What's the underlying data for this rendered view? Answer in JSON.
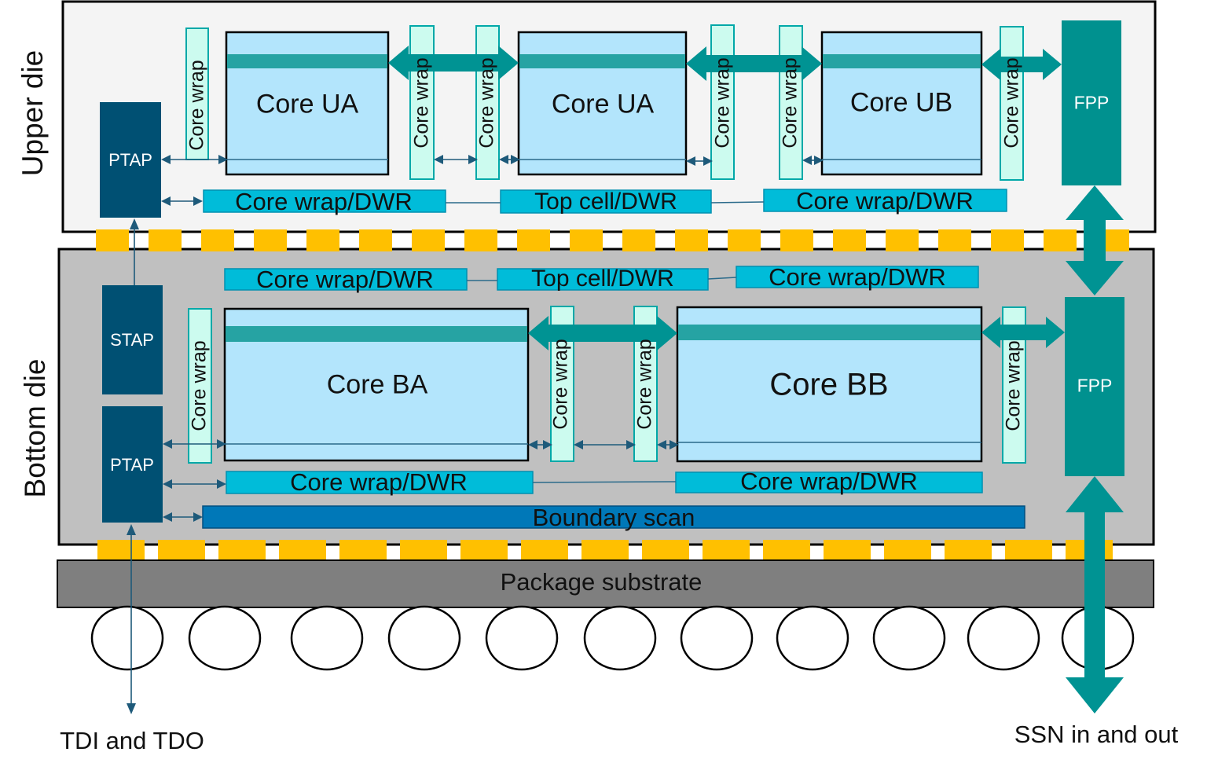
{
  "dies": {
    "upper": "Upper die",
    "bottom": "Bottom die"
  },
  "upper": {
    "cores": [
      "Core UA",
      "Core UA",
      "Core UB"
    ],
    "core_wrap": "Core wrap",
    "ptap": "PTAP",
    "fpp": "FPP",
    "dwr_left": "Core wrap/DWR",
    "dwr_top": "Top cell/DWR",
    "dwr_right": "Core wrap/DWR"
  },
  "bottom": {
    "cores": [
      "Core BA",
      "Core BB"
    ],
    "core_wrap": "Core wrap",
    "stap": "STAP",
    "ptap": "PTAP",
    "fpp": "FPP",
    "dwr_left_top": "Core wrap/DWR",
    "dwr_top": "Top cell/DWR",
    "dwr_right_top": "Core wrap/DWR",
    "dwr_left_bottom": "Core wrap/DWR",
    "dwr_right_bottom": "Core wrap/DWR",
    "boundary_scan": "Boundary scan"
  },
  "package": "Package substrate",
  "io": {
    "tdi_tdo": "TDI and TDO",
    "ssn": "SSN in and out"
  },
  "colors": {
    "core_fill": "#b3e5fc",
    "core_wrap_fill": "#ccfbef",
    "dwr_fill": "#00bcd9",
    "tap_fill": "#005073",
    "fpp_fill": "#00918f",
    "bus": "#009393",
    "bump": "#ffc000",
    "boundary_scan": "#0078b8",
    "bottom_die_bg": "#c0c0c0",
    "upper_die_bg": "#f4f4f4",
    "substrate": "#7f7f7f"
  }
}
